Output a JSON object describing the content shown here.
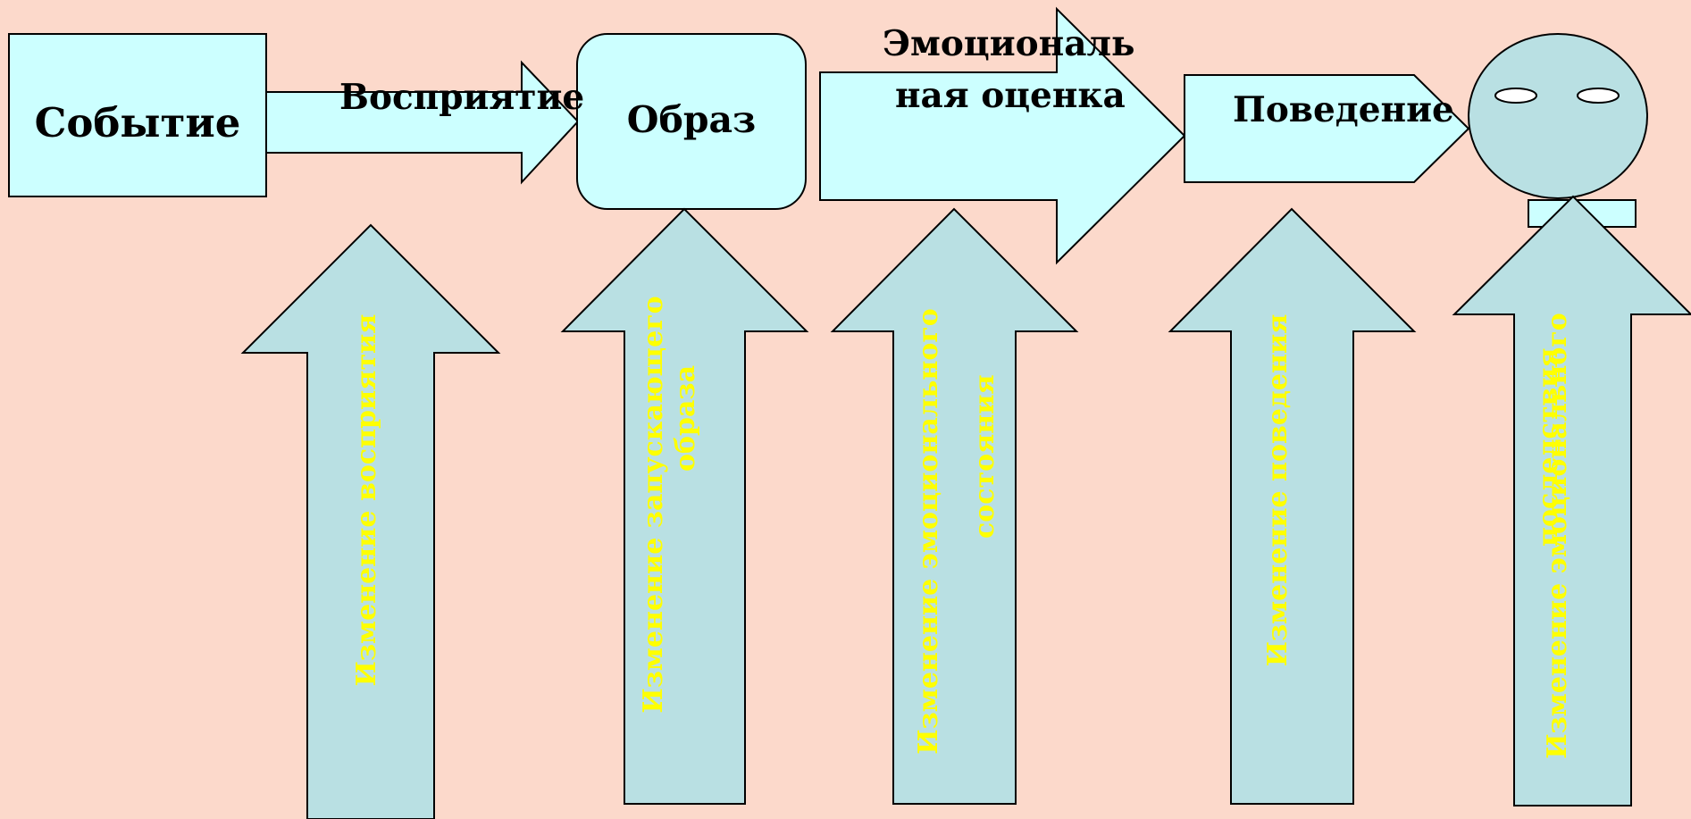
{
  "colors": {
    "background": "#FCD9CB",
    "node_fill": "#CCFFFF",
    "up_arrow_fill": "#B9E0E3",
    "head_fill": "#B9E0E3",
    "up_label": "#FFFF00",
    "outline": "#000000"
  },
  "flow": {
    "event": "Событие",
    "perception": "Восприятие",
    "image": "Образ",
    "emotion_line1": "Эмоциональ",
    "emotion_line2": "ная оценка",
    "behavior": "Поведение"
  },
  "figure": {
    "icon": "person-head-icon"
  },
  "changes": {
    "perception": "Изменение восприятия",
    "image_line1": "Изменение запускающего",
    "image_line2": "образа",
    "emotion_line1": "Изменение эмоционального",
    "emotion_line2": "состояния",
    "behavior": "Изменение поведения",
    "consequence_line1": "Изменение эмоционального",
    "consequence_line2": "последствия"
  }
}
